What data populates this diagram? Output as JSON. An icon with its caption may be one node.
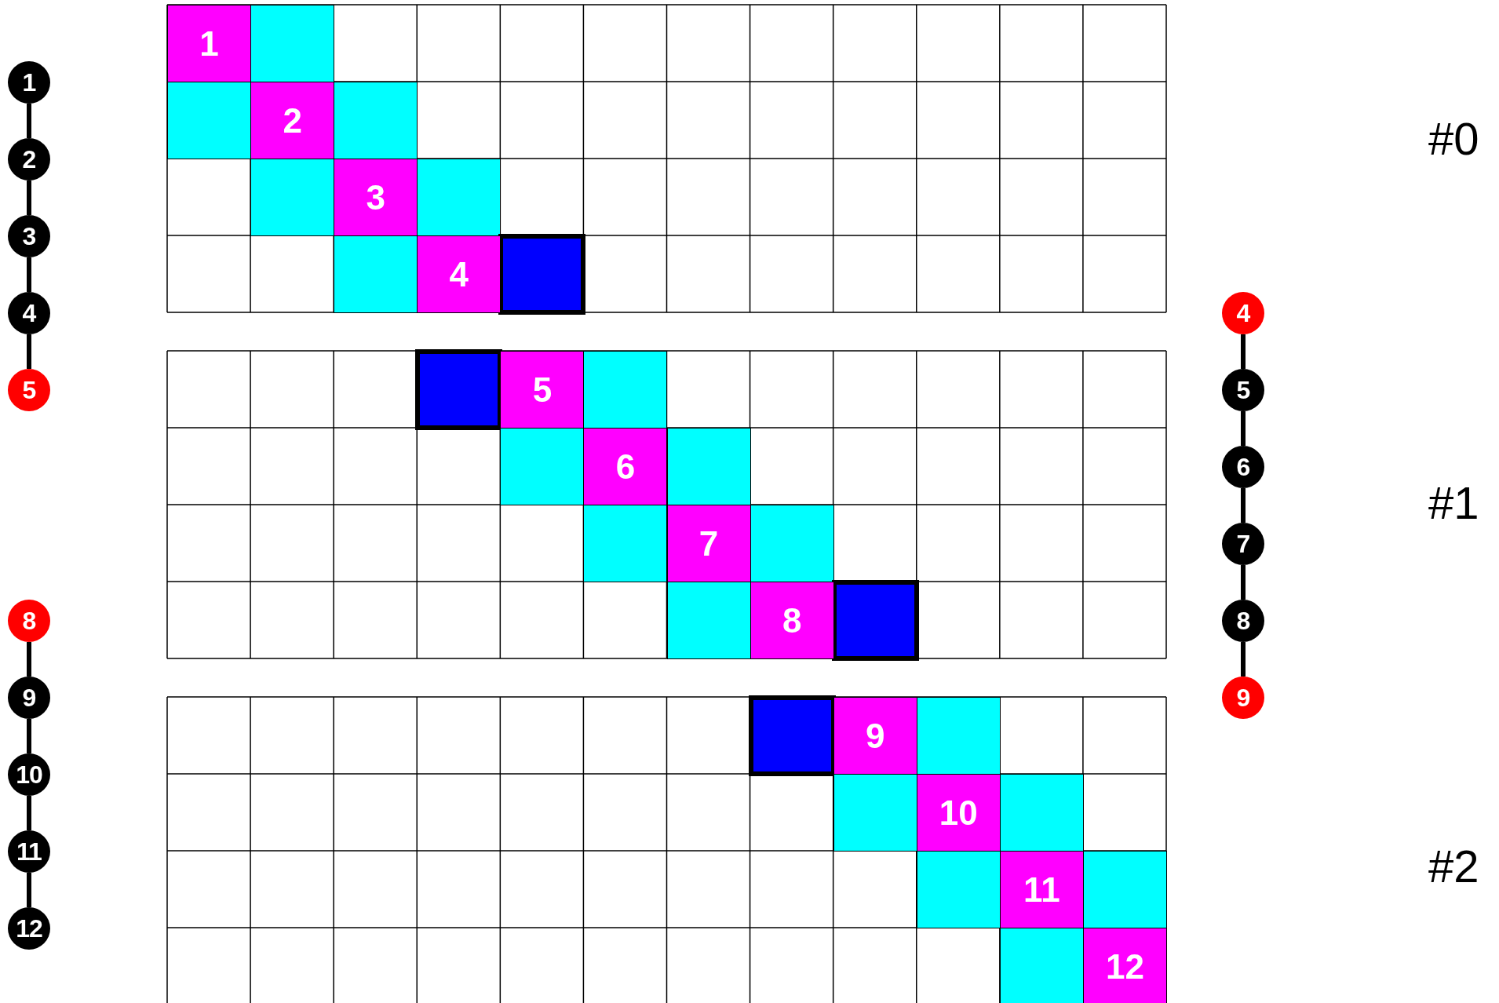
{
  "diagram": {
    "nodes": [
      {
        "text": [
          "1"
        ]
      },
      {
        "text": [
          "2"
        ]
      },
      {
        "text": [
          "3"
        ]
      },
      {
        "text": [
          "4"
        ]
      },
      {
        "text": [
          "5"
        ]
      },
      {
        "text": [
          "8"
        ]
      },
      {
        "text": [
          "9"
        ]
      },
      {
        "text": [
          "10"
        ]
      },
      {
        "text": [
          "11"
        ]
      },
      {
        "text": [
          "12"
        ]
      },
      {
        "text": [
          "4"
        ]
      },
      {
        "text": [
          "5"
        ]
      },
      {
        "text": [
          "6"
        ]
      },
      {
        "text": [
          "7"
        ]
      },
      {
        "text": [
          "8"
        ]
      },
      {
        "text": [
          "9"
        ]
      }
    ],
    "edges": [
      {
        "from": 0,
        "to": 1,
        "arrow": "none"
      },
      {
        "from": 1,
        "to": 2,
        "arrow": "none"
      },
      {
        "from": 2,
        "to": 3,
        "arrow": "none"
      },
      {
        "from": 3,
        "to": 4,
        "arrow": "none"
      },
      {
        "from": 5,
        "to": 6,
        "arrow": "none"
      },
      {
        "from": 6,
        "to": 7,
        "arrow": "none"
      },
      {
        "from": 7,
        "to": 8,
        "arrow": "none"
      },
      {
        "from": 8,
        "to": 9,
        "arrow": "none"
      },
      {
        "from": 10,
        "to": 11,
        "arrow": "none"
      },
      {
        "from": 11,
        "to": 12,
        "arrow": "none"
      },
      {
        "from": 12,
        "to": 13,
        "arrow": "none"
      },
      {
        "from": 13,
        "to": 14,
        "arrow": "none"
      },
      {
        "from": 14,
        "to": 15,
        "arrow": "none"
      }
    ],
    "labels": [
      "1",
      "2",
      "#0",
      "3",
      "4",
      "5",
      "6",
      "#1",
      "7",
      "8",
      "9",
      "10",
      "#2",
      "11",
      "12"
    ]
  }
}
